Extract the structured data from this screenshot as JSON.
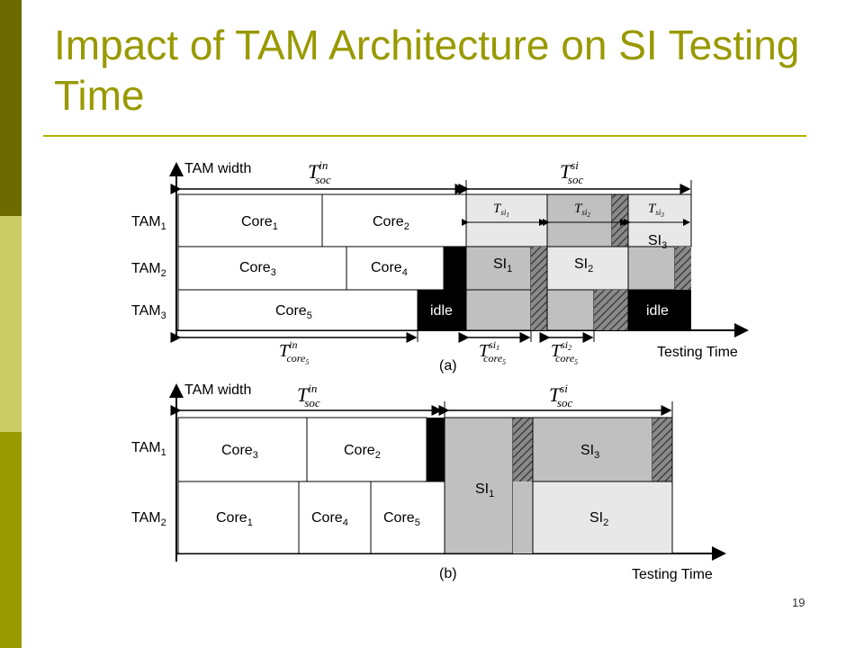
{
  "slide": {
    "title": "Impact of TAM Architecture on SI Testing Time",
    "page_number": "19"
  },
  "diagram_a": {
    "y_axis_label": "TAM width",
    "x_axis_label": "Testing Time",
    "caption": "(a)",
    "rows": [
      {
        "label": "TAM",
        "sub": "1"
      },
      {
        "label": "TAM",
        "sub": "2"
      },
      {
        "label": "TAM",
        "sub": "3"
      }
    ],
    "cores": [
      {
        "label": "Core",
        "sub": "1"
      },
      {
        "label": "Core",
        "sub": "2"
      },
      {
        "label": "Core",
        "sub": "3"
      },
      {
        "label": "Core",
        "sub": "4"
      },
      {
        "label": "Core",
        "sub": "5"
      }
    ],
    "idle_label": "idle",
    "si_blocks": [
      {
        "label": "SI",
        "sub": "1"
      },
      {
        "label": "SI",
        "sub": "2"
      },
      {
        "label": "SI",
        "sub": "3"
      }
    ],
    "time_labels": {
      "t_soc_in": {
        "base": "T",
        "sub": "soc",
        "sup": "in"
      },
      "t_soc_si": {
        "base": "T",
        "sub": "soc",
        "sup": "si"
      },
      "t_core5_in": {
        "base": "T",
        "sub": "core",
        "subsub": "5",
        "sup": "in"
      },
      "t_core5_si1": {
        "base": "T",
        "sub": "core",
        "subsub": "5",
        "sup": "si",
        "supsub": "1"
      },
      "t_core5_si2": {
        "base": "T",
        "sub": "core",
        "subsub": "5",
        "sup": "si",
        "supsub": "2"
      },
      "t_si1": {
        "base": "T",
        "sub": "si",
        "subsub": "1"
      },
      "t_si2": {
        "base": "T",
        "sub": "si",
        "subsub": "2"
      },
      "t_si3": {
        "base": "T",
        "sub": "si",
        "subsub": "3"
      }
    }
  },
  "diagram_b": {
    "y_axis_label": "TAM width",
    "x_axis_label": "Testing Time",
    "caption": "(b)",
    "rows": [
      {
        "label": "TAM",
        "sub": "1"
      },
      {
        "label": "TAM",
        "sub": "2"
      }
    ],
    "cores": [
      {
        "label": "Core",
        "sub": "3"
      },
      {
        "label": "Core",
        "sub": "2"
      },
      {
        "label": "Core",
        "sub": "1"
      },
      {
        "label": "Core",
        "sub": "4"
      },
      {
        "label": "Core",
        "sub": "5"
      }
    ],
    "si_blocks": [
      {
        "label": "SI",
        "sub": "1"
      },
      {
        "label": "SI",
        "sub": "3"
      },
      {
        "label": "SI",
        "sub": "2"
      }
    ],
    "time_labels": {
      "t_soc_in": {
        "base": "T",
        "sub": "soc",
        "sup": "in"
      },
      "t_soc_si": {
        "base": "T",
        "sub": "soc",
        "sup": "si"
      }
    }
  },
  "colors": {
    "title": "#999900",
    "rule": "#b3b300",
    "sidebar_dark": "#6b6b00",
    "sidebar_light": "#cccc66",
    "sidebar_mid": "#999900",
    "si_light": "#e8e8e8",
    "si_mid": "#c0c0c0",
    "idle": "#000000"
  }
}
